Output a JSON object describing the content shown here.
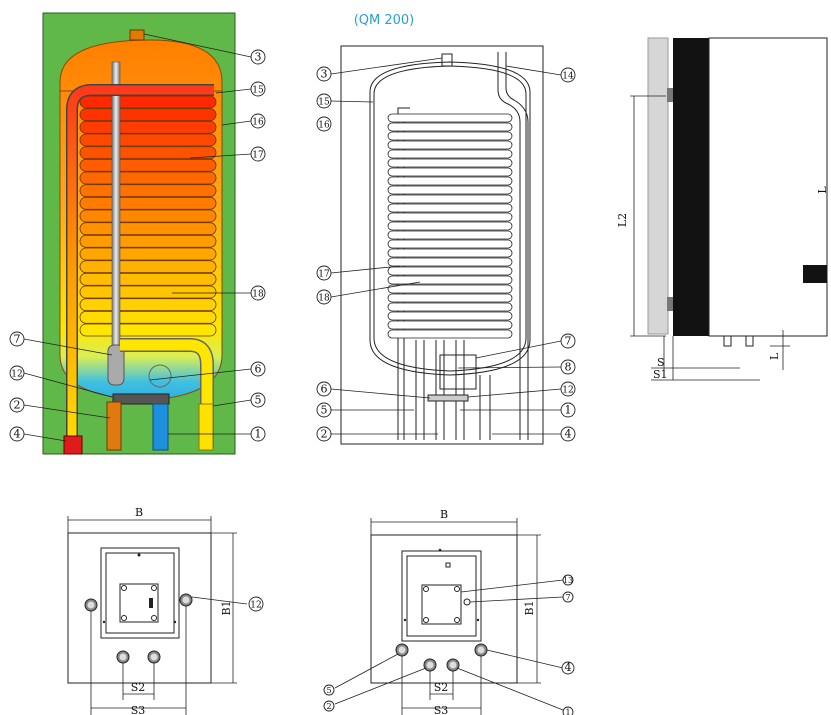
{
  "title": "(QM 200)",
  "colors": {
    "background": "#ffffff",
    "jacket": "#5fb847",
    "tank_top": "#ff8a00",
    "tank_bottom": "#ffe000",
    "cold_zone": "#29b6e8",
    "coil_hot": "#ff1a1a",
    "coil_cold": "#ffe600",
    "title": "#2a9fd6"
  },
  "callouts": {
    "left": [
      {
        "id": "l3",
        "n": "3"
      },
      {
        "id": "l15",
        "n": "15"
      },
      {
        "id": "l16",
        "n": "16"
      },
      {
        "id": "l17",
        "n": "17"
      },
      {
        "id": "l18",
        "n": "18"
      },
      {
        "id": "l7",
        "n": "7"
      },
      {
        "id": "l6",
        "n": "6"
      },
      {
        "id": "l12",
        "n": "12"
      },
      {
        "id": "l5",
        "n": "5"
      },
      {
        "id": "l2",
        "n": "2"
      },
      {
        "id": "l4",
        "n": "4"
      },
      {
        "id": "l1",
        "n": "1"
      }
    ],
    "middle": [
      {
        "id": "m3",
        "n": "3"
      },
      {
        "id": "m14",
        "n": "14"
      },
      {
        "id": "m15",
        "n": "15"
      },
      {
        "id": "m16",
        "n": "16"
      },
      {
        "id": "m17",
        "n": "17"
      },
      {
        "id": "m18",
        "n": "18"
      },
      {
        "id": "m7",
        "n": "7"
      },
      {
        "id": "m8",
        "n": "8"
      },
      {
        "id": "m6",
        "n": "6"
      },
      {
        "id": "m12",
        "n": "12"
      },
      {
        "id": "m5",
        "n": "5"
      },
      {
        "id": "m1",
        "n": "1"
      },
      {
        "id": "m2",
        "n": "2"
      },
      {
        "id": "m4",
        "n": "4"
      }
    ],
    "bottom_left": [
      {
        "id": "bl12",
        "n": "12"
      }
    ],
    "bottom_right": [
      {
        "id": "br13",
        "n": "13"
      },
      {
        "id": "br7",
        "n": "7"
      },
      {
        "id": "br4",
        "n": "4"
      },
      {
        "id": "br5",
        "n": "5"
      },
      {
        "id": "br2",
        "n": "2"
      },
      {
        "id": "br1",
        "n": "1"
      }
    ]
  },
  "dimensions": {
    "side_view": {
      "l2": "L2",
      "s": "S",
      "s1": "S1",
      "l": "L",
      "right_edge": "L"
    },
    "bottom_left": {
      "b": "B",
      "b1": "B1",
      "s2": "S2",
      "s3": "S3"
    },
    "bottom_right": {
      "b": "B",
      "b1": "B1",
      "s2": "S2",
      "s3": "S3"
    }
  }
}
